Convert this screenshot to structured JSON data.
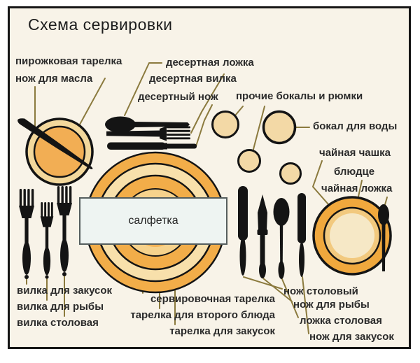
{
  "title": "Схема сервировки",
  "napkin": {
    "label": "салфетка"
  },
  "labels": {
    "pie_plate": "пирожковая тарелка",
    "butter_knife": "нож для масла",
    "dessert_spoon": "десертная ложка",
    "dessert_fork": "десертная вилка",
    "dessert_knife": "десертный нож",
    "other_glasses": "прочие бокалы и рюмки",
    "water_glass": "бокал для воды",
    "tea_cup": "чайная чашка",
    "saucer": "блюдце",
    "tea_spoon": "чайная ложка",
    "starter_fork": "вилка для закусок",
    "fish_fork": "вилка для рыбы",
    "table_fork": "вилка столовая",
    "service_plate": "сервировочная тарелка",
    "main_course_plate": "тарелка для второго блюда",
    "starter_plate": "тарелка для закусок",
    "table_knife": "нож столовый",
    "fish_knife": "нож для рыбы",
    "table_spoon": "ложка столовая",
    "starter_knife": "нож для закусок"
  },
  "colors": {
    "background": "#f8f3e8",
    "frame_border": "#161616",
    "plate_orange": "#f2ad49",
    "plate_cream": "#f8e0ab",
    "plate_light": "#f6d28c",
    "saucer_orange": "#f0a83d",
    "cup_cream": "#f6e8c6",
    "glass_fill": "#f3d9a6",
    "napkin_fill": "#eef4f2",
    "napkin_border": "#555e5e",
    "leader_line": "#8b7a3e",
    "cutlery": "#141414",
    "text": "#2b2b2b"
  },
  "icons": {
    "pie-plate-icon": "double-ring circle plate",
    "butter-knife-icon": "diagonal knife silhouette",
    "dessert-spoon-icon": "horizontal spoon silhouette",
    "dessert-fork-icon": "horizontal fork silhouette",
    "dessert-knife-icon": "horizontal knife silhouette",
    "glass-icon": "small circle glass (top view)",
    "water-glass-icon": "large circle glass (top view)",
    "plate-stack-icon": "concentric plates (service, main course, starter)",
    "teacup-saucer-icon": "cup on saucer (top view)",
    "teaspoon-icon": "vertical small spoon silhouette",
    "starter-fork-icon": "vertical fork silhouette",
    "fish-fork-icon": "short vertical fork silhouette",
    "table-fork-icon": "vertical fork silhouette",
    "table-knife-icon": "vertical knife silhouette",
    "fish-knife-icon": "pointed vertical knife silhouette",
    "table-spoon-icon": "vertical spoon silhouette",
    "starter-knife-icon": "vertical knife silhouette",
    "leader-line": "thin olive pointer line"
  }
}
